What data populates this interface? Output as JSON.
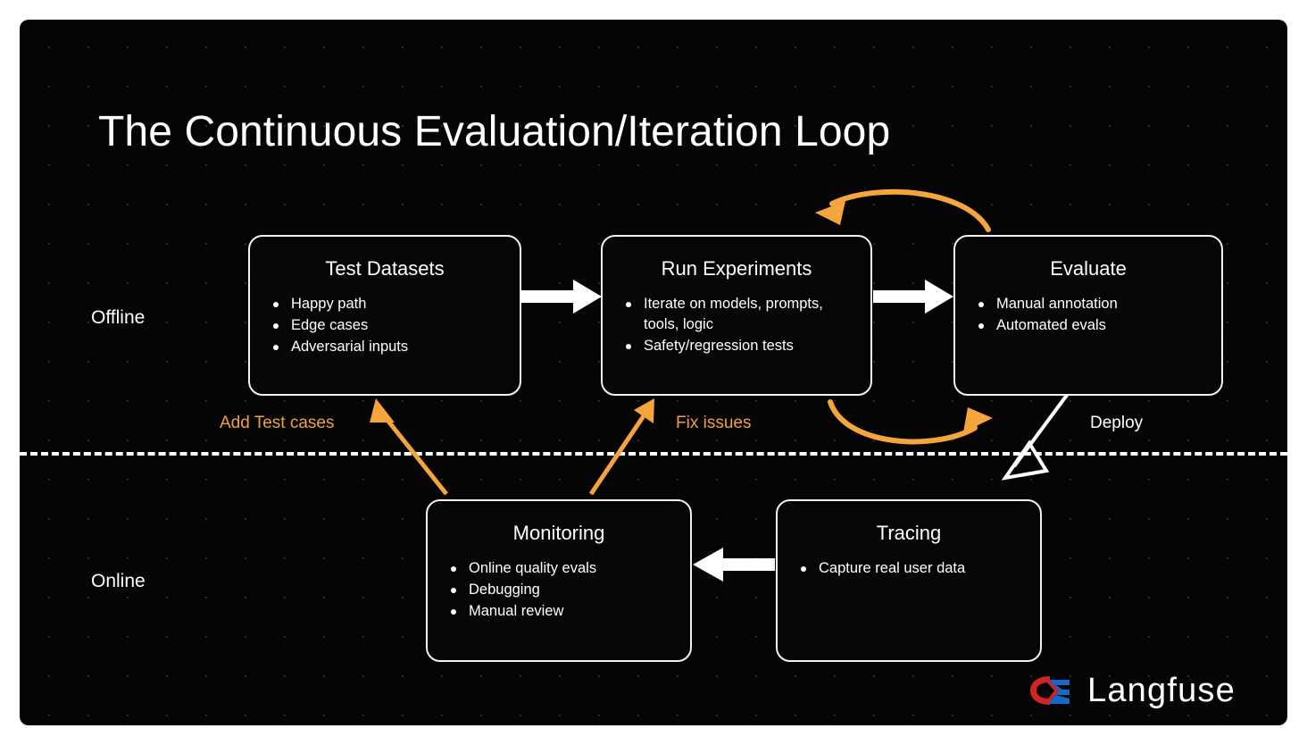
{
  "page": {
    "title": "The Continuous Evaluation/Iteration Loop",
    "background_color": "#050505",
    "frame_color": "#ffffff",
    "accent_color": "#f0a03c",
    "line_color": "#ffffff"
  },
  "rows": {
    "offline_label": "Offline",
    "online_label": "Online"
  },
  "boxes": [
    {
      "id": "test-datasets",
      "title": "Test Datasets",
      "items": [
        "Happy path",
        "Edge cases",
        "Adversarial inputs"
      ]
    },
    {
      "id": "run-experiments",
      "title": "Run Experiments",
      "items": [
        "Iterate on models, prompts, tools, logic",
        "Safety/regression tests"
      ]
    },
    {
      "id": "evaluate",
      "title": "Evaluate",
      "items": [
        "Manual annotation",
        "Automated evals"
      ]
    },
    {
      "id": "monitoring",
      "title": "Monitoring",
      "items": [
        "Online quality evals",
        "Debugging",
        "Manual review"
      ]
    },
    {
      "id": "tracing",
      "title": "Tracing",
      "items": [
        "Capture real user data"
      ]
    }
  ],
  "edges": [
    {
      "id": "add-test-cases",
      "label": "Add Test cases",
      "color": "#f0a03c",
      "from": "monitoring",
      "to": "test-datasets"
    },
    {
      "id": "fix-issues",
      "label": "Fix issues",
      "color": "#f0a03c",
      "from": "monitoring",
      "to": "run-experiments"
    },
    {
      "id": "deploy",
      "label": "Deploy",
      "color": "#ffffff",
      "from": "evaluate",
      "to": "tracing"
    },
    {
      "id": "datasets-to-experiments",
      "label": "",
      "color": "#ffffff",
      "from": "test-datasets",
      "to": "run-experiments"
    },
    {
      "id": "experiments-to-evaluate",
      "label": "",
      "color": "#ffffff",
      "from": "run-experiments",
      "to": "evaluate"
    },
    {
      "id": "evaluate-to-experiments-loop",
      "label": "",
      "color": "#f0a03c",
      "from": "evaluate",
      "to": "run-experiments"
    },
    {
      "id": "experiments-to-evaluate-loop",
      "label": "",
      "color": "#f0a03c",
      "from": "run-experiments",
      "to": "evaluate"
    },
    {
      "id": "tracing-to-monitoring",
      "label": "",
      "color": "#ffffff",
      "from": "tracing",
      "to": "monitoring"
    }
  ],
  "brand": {
    "name": "Langfuse",
    "mark_colors": {
      "red": "#d32222",
      "blue": "#1668c4"
    }
  }
}
